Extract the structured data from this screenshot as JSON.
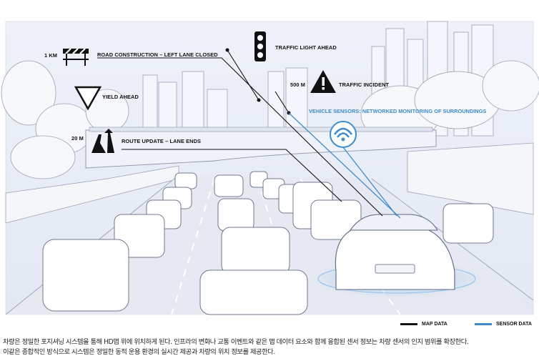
{
  "labels": {
    "road_construction": {
      "distance": "1 KM",
      "text": "ROAD CONSTRUCTION – LEFT LANE CLOSED"
    },
    "traffic_light": {
      "text": "TRAFFIC LIGHT AHEAD"
    },
    "yield": {
      "text": "YIELD AHEAD"
    },
    "traffic_incident": {
      "distance": "500 M",
      "text": "TRAFFIC INCIDENT"
    },
    "vehicle_sensors": {
      "text": "VEHICLE SENSORS: NETWORKED MONITORING OF SURROUNDINGS"
    },
    "route_update": {
      "distance": "20 M",
      "text": "ROUTE UPDATE – LANE ENDS"
    }
  },
  "legend": {
    "map_data": "MAP DATA",
    "sensor_data": "SENSOR DATA"
  },
  "caption": {
    "line1": "차량은 정밀한 포지셔닝 시스템을 통해 HD맵 위에 위치하게 된다. 인프라의 변화나 교통 이벤트와 같은 맵 데이터 요소와 함께 융합된 센서 정보는 차량 센서의 인지 범위를 확장한다.",
    "line2": "이같은 종합적인 방식으로 시스템은 정밀한 동적 운용 환경의 실시간 제공과 차량의 위치 정보를 제공한다."
  },
  "colors": {
    "map_data": "#111111",
    "sensor_data": "#3f8ccc",
    "scene_tint": "#e9edf6"
  }
}
